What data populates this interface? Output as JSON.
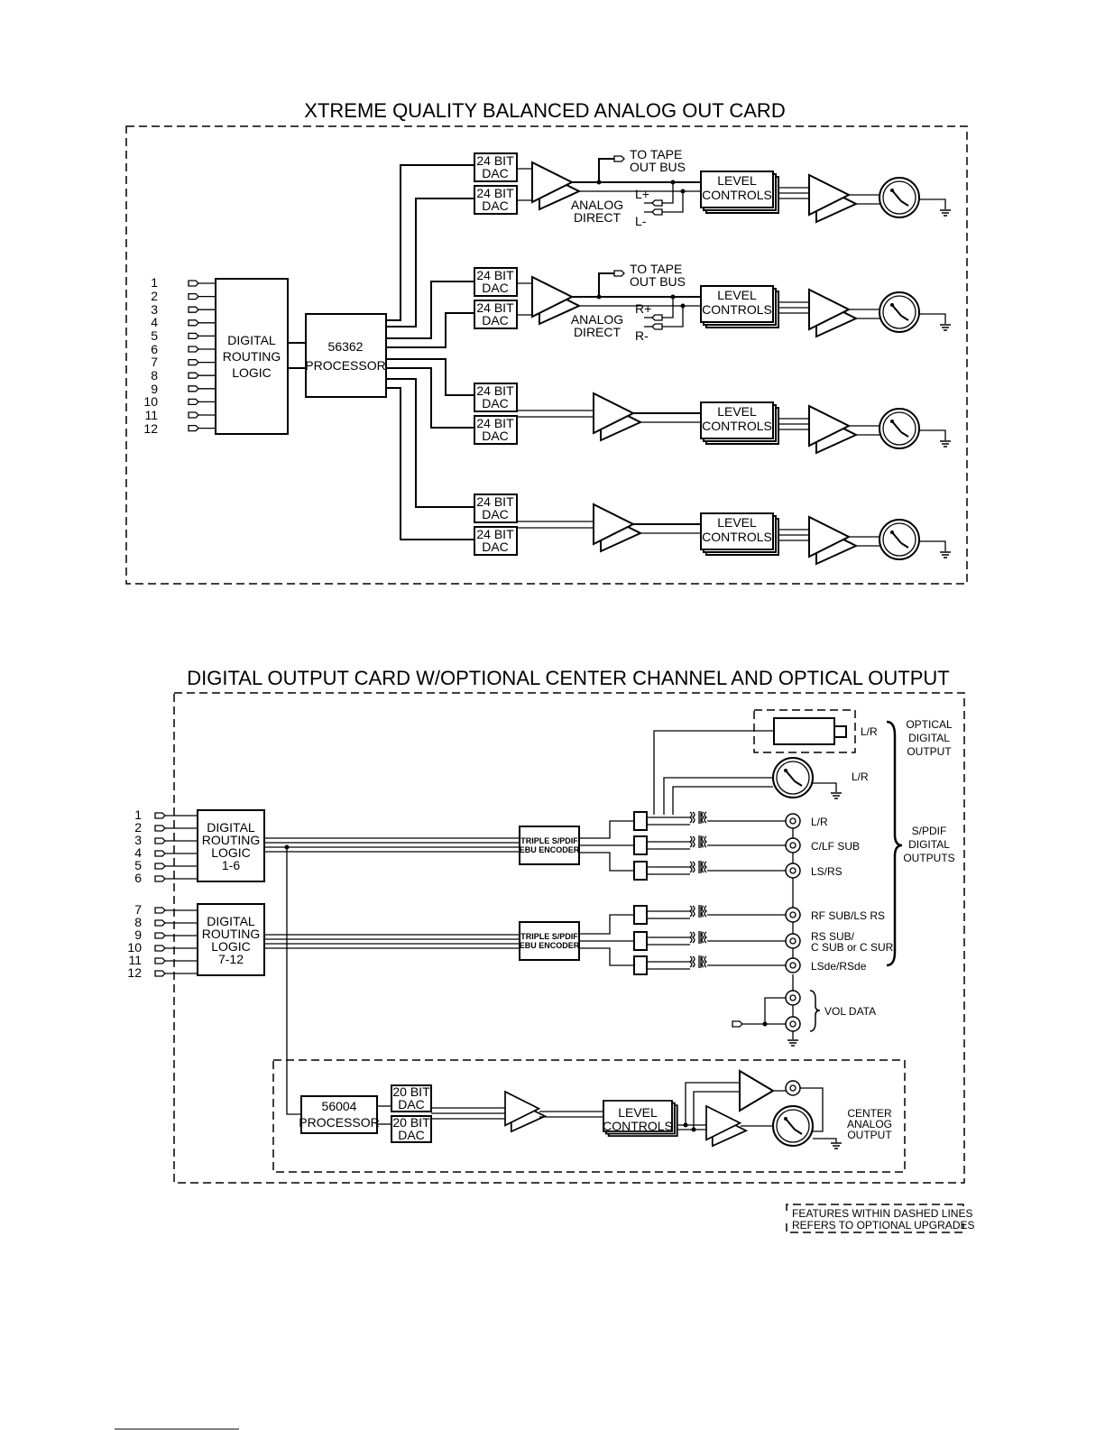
{
  "analog_card": {
    "title": "XTREME QUALITY BALANCED ANALOG OUT CARD",
    "input_numbers": [
      "1",
      "2",
      "3",
      "4",
      "5",
      "6",
      "7",
      "8",
      "9",
      "10",
      "11",
      "12"
    ],
    "routing_line1": "DIGITAL",
    "routing_line2": "ROUTING",
    "routing_line3": "LOGIC",
    "processor_num": "56362",
    "processor_label": "PROCESSOR",
    "dac_line1": "24 BIT",
    "dac_line2": "DAC",
    "tape_line1": "TO TAPE",
    "tape_line2": "OUT BUS",
    "analog_line1": "ANALOG",
    "analog_line2": "DIRECT",
    "l_plus": "L+",
    "l_minus": "L-",
    "r_plus": "R+",
    "r_minus": "R-",
    "level_line1": "LEVEL",
    "level_line2": "CONTROLS"
  },
  "digital_card": {
    "title": "DIGITAL OUTPUT CARD W/OPTIONAL CENTER CHANNEL AND OPTICAL OUTPUT",
    "inputs_a": [
      "1",
      "2",
      "3",
      "4",
      "5",
      "6"
    ],
    "inputs_b": [
      "7",
      "8",
      "9",
      "10",
      "11",
      "12"
    ],
    "routing_a": [
      "DIGITAL",
      "ROUTING",
      "LOGIC",
      "1-6"
    ],
    "routing_b": [
      "DIGITAL",
      "ROUTING",
      "LOGIC",
      "7-12"
    ],
    "encoder_line1": "TRIPLE S/PDIF",
    "encoder_line2": "EBU ENCODER",
    "optical_lr": "L/R",
    "xlr_lr": "L/R",
    "outputs": [
      "L/R",
      "C/LF SUB",
      "LS/RS",
      "RF SUB/LS RS",
      "RS SUB/",
      "C SUB or C SUR",
      "LSde/RSde"
    ],
    "optical_group": [
      "OPTICAL",
      "DIGITAL",
      "OUTPUT"
    ],
    "spdif_group": [
      "S/PDIF",
      "DIGITAL",
      "OUTPUTS"
    ],
    "vol_data": "VOL DATA",
    "processor_num": "56004",
    "processor_label": "PROCESSOR",
    "dac_line1": "20 BIT",
    "dac_line2": "DAC",
    "level_line1": "LEVEL",
    "level_line2": "CONTROLS",
    "center_group": [
      "CENTER",
      "ANALOG",
      "OUTPUT"
    ]
  },
  "footnote": {
    "line1": "FEATURES WITHIN DASHED LINES",
    "line2": "REFERS TO OPTIONAL UPGRADES"
  }
}
